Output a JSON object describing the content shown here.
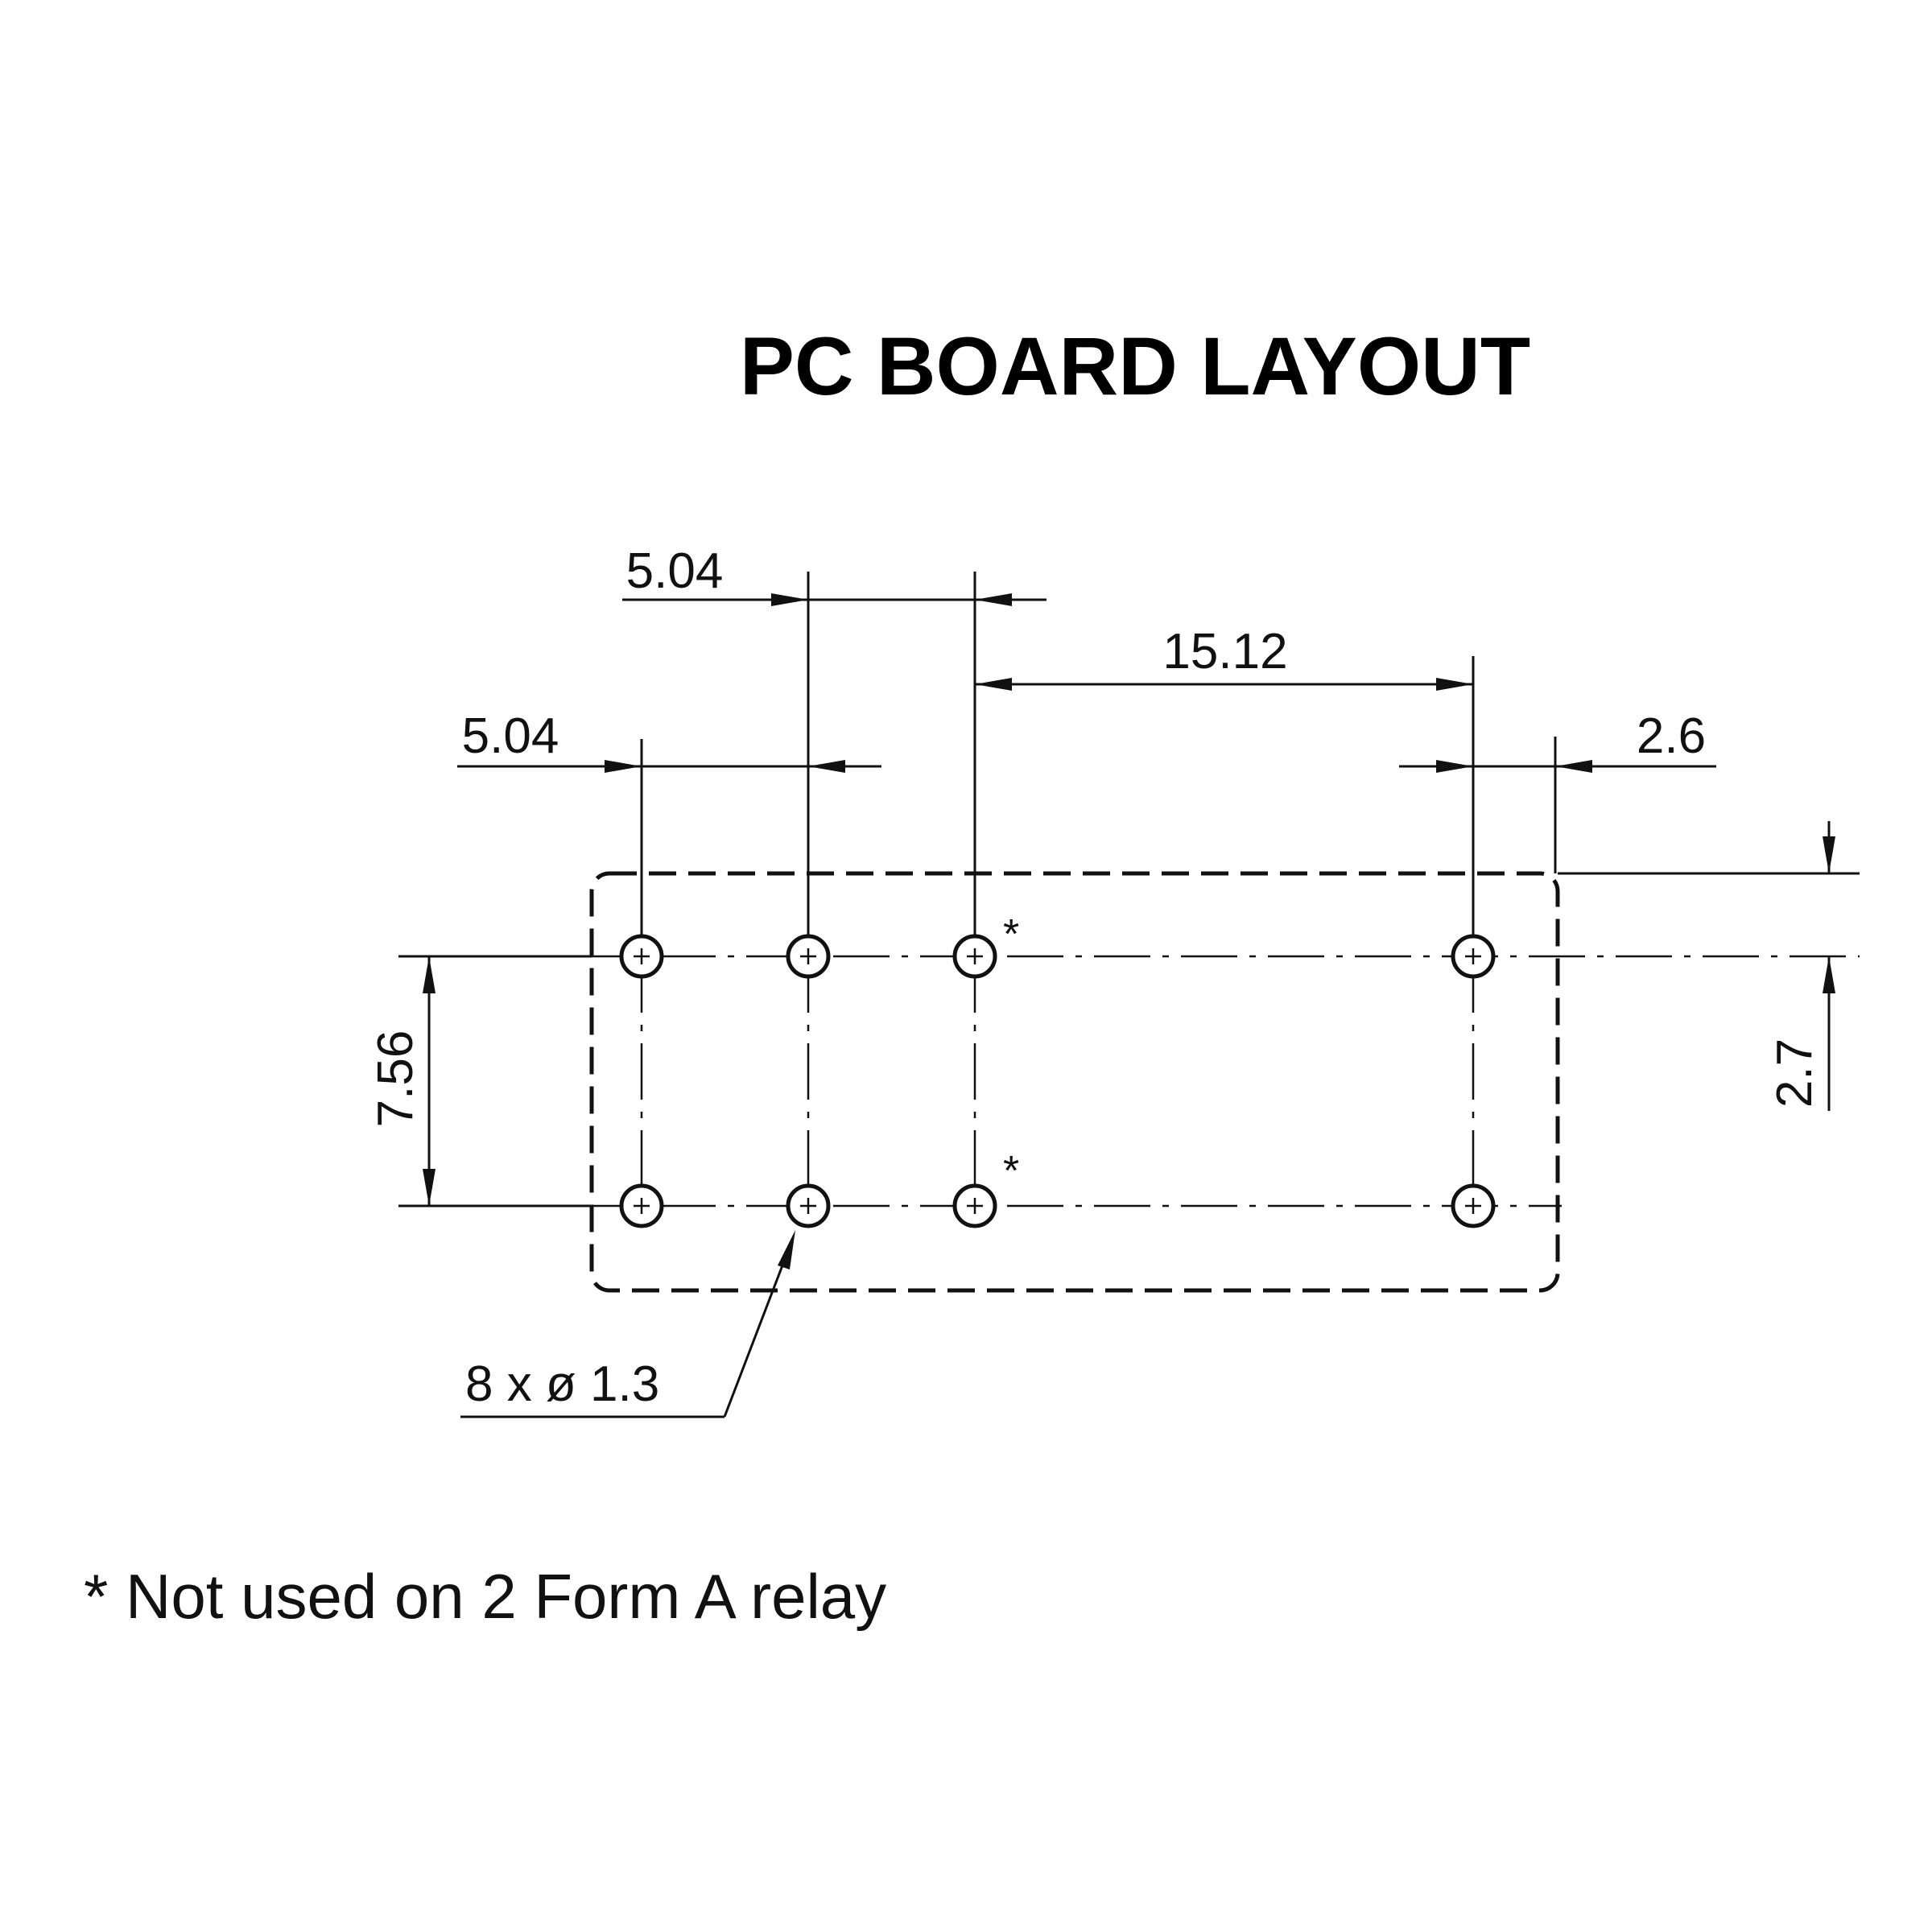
{
  "title": "PC BOARD LAYOUT",
  "dimensions": {
    "pitch_upper": "5.04",
    "pitch_lower": "5.04",
    "span": "15.12",
    "right_edge": "2.6",
    "row_spacing": "7.56",
    "top_edge": "2.7"
  },
  "holes": {
    "count": 8,
    "diameter_mm": 1.3,
    "callout": "8 x ø 1.3",
    "marker": "*"
  },
  "footnote": "* Not used on 2 Form A relay"
}
